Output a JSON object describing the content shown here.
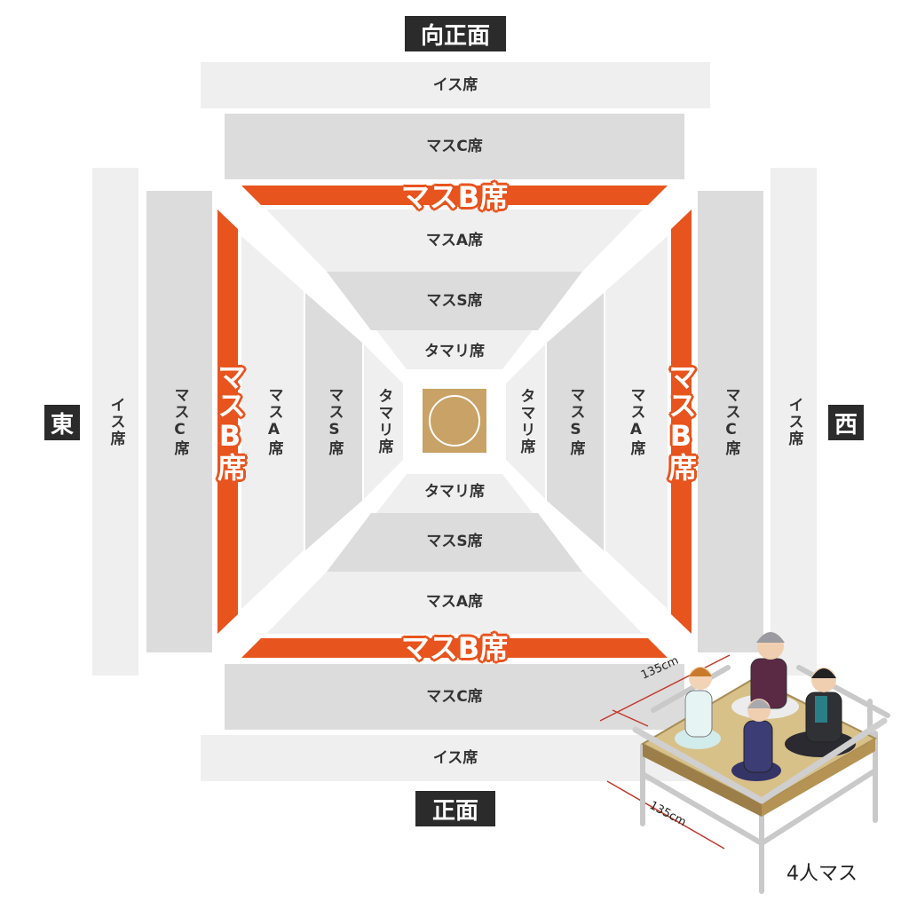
{
  "directions": {
    "north": "向正面",
    "south": "正面",
    "east": "東",
    "west": "西"
  },
  "seats": {
    "chair": "イス席",
    "masu_c": "マスC席",
    "masu_b": "マスB席",
    "masu_a": "マスA席",
    "masu_s": "マスS席",
    "tamari": "タマリ席"
  },
  "illustration": {
    "caption": "4人マス",
    "dimension_top": "135cm",
    "dimension_bottom": "135cm"
  },
  "colors": {
    "highlight": "#e8541e",
    "chair_zone": "#efefef",
    "masu_c_zone": "#dcdcdc",
    "masu_a_zone": "#efefef",
    "masu_s_zone": "#dcdcdc",
    "tamari_zone": "#efefef",
    "ring": "#c8a266",
    "direction_label_bg": "#2b2b2b"
  }
}
